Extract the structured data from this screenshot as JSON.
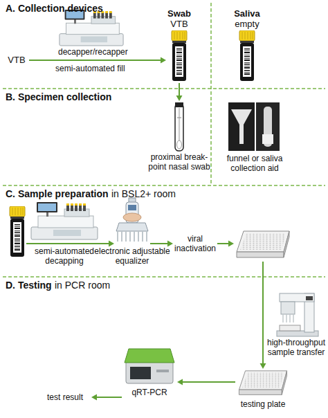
{
  "diagram": {
    "nodes": [
      {
        "text": [
          "A. Collection devices"
        ]
      },
      {
        "text": [
          "VTB"
        ],
        "in": 0
      },
      {
        "text": [
          "Swab",
          "VTB"
        ],
        "in": 0
      },
      {
        "text": [
          "Saliva",
          "empty"
        ],
        "in": 0
      },
      {
        "text": [
          "B. Specimen collection"
        ]
      },
      {
        "text": [
          "proximal break-point nasal swab"
        ],
        "in": 4
      },
      {
        "text": [
          "funnel or saliva collection aid"
        ],
        "in": 4
      },
      {
        "text": [
          "C. Sample preparation",
          "in BSL2+ room"
        ]
      },
      {
        "text": [
          "semi-automated decapping"
        ],
        "in": 7
      },
      {
        "text": [
          "electronic adjustable equalizer"
        ],
        "in": 7
      },
      {
        "text": [
          "viral inactivation"
        ],
        "in": 7
      },
      {
        "text": [
          "D. Testing",
          "in PCR room"
        ]
      },
      {
        "text": [
          "high-throughput sample transfer"
        ],
        "in": 11
      },
      {
        "text": [
          "testing plate"
        ],
        "in": 11
      },
      {
        "text": [
          "qRT-PCR"
        ],
        "in": 11
      },
      {
        "text": [
          "test result"
        ],
        "in": 11
      }
    ],
    "edges": [
      {
        "from": 1,
        "to": 2,
        "label": "decapper/recapper",
        "arrow": "to"
      },
      {
        "from": 2,
        "to": 5,
        "arrow": "to"
      },
      {
        "from": 8,
        "to": 9,
        "arrow": "to"
      },
      {
        "from": 9,
        "to": 10,
        "arrow": "to"
      },
      {
        "from": 13,
        "to": 14,
        "arrow": "to"
      },
      {
        "from": 14,
        "to": 15,
        "arrow": "to"
      }
    ],
    "labels": [
      "semi-automated fill"
    ]
  }
}
